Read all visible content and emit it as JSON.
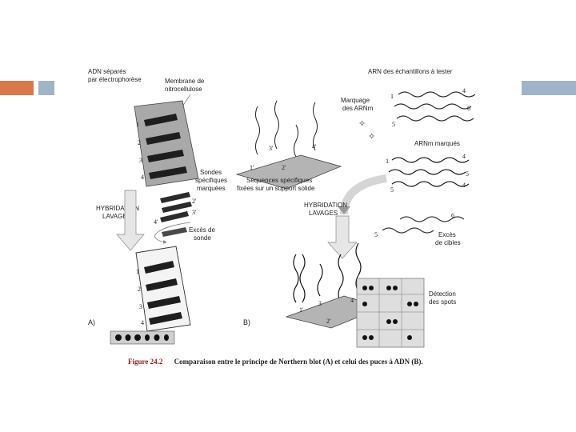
{
  "slide": {
    "accent_orange": "#d9784a",
    "accent_blue": "#9fb4c9"
  },
  "figure": {
    "panel_a": {
      "label": "A)",
      "label_separated": [
        "ADN séparés",
        "par électrophorèse"
      ],
      "label_membrane": [
        "Membrane de",
        "nitrocellulose"
      ],
      "label_probes": [
        "Sondes",
        "spécifiques",
        "marquées"
      ],
      "label_hybridization": [
        "HYBRIDATION",
        "LAVAGES"
      ],
      "label_excess": [
        "Excès de",
        "sonde"
      ],
      "lanes_top": [
        "1",
        "2",
        "3",
        "4"
      ],
      "probe_marks": [
        "2'",
        "3'",
        "4'"
      ],
      "lanes_bottom": [
        "1",
        "2",
        "3",
        "4"
      ]
    },
    "panel_b": {
      "label": "B)",
      "label_samples": "ARN des échantillons à tester",
      "label_marking": [
        "Marquage",
        "des ARNm"
      ],
      "label_marked": "ARNm marqués",
      "label_sequences": [
        "Séquences spécifiques",
        "fixées sur un support solide"
      ],
      "label_hybridization": [
        "HYBRIDATION",
        "LAVAGES"
      ],
      "label_excess_targets": [
        "Excès",
        "de cibles"
      ],
      "label_detection": [
        "Détection",
        "des spots"
      ],
      "sample_numbers": [
        "1",
        "4",
        "6",
        "5"
      ],
      "marked_numbers": [
        "1",
        "4",
        "5",
        "4",
        "5"
      ],
      "excess_numbers": [
        "6",
        "5"
      ],
      "support_numbers": [
        "1'",
        "2'",
        "3'",
        "4'"
      ],
      "final_numbers": [
        "1'",
        "3",
        "4'",
        "2'"
      ]
    },
    "caption": {
      "number": "Figure 24.2",
      "text": "Comparaison entre le principe de Northern blot (A) et celui des puces à ADN (B).",
      "color": "#8b1a1a"
    }
  }
}
